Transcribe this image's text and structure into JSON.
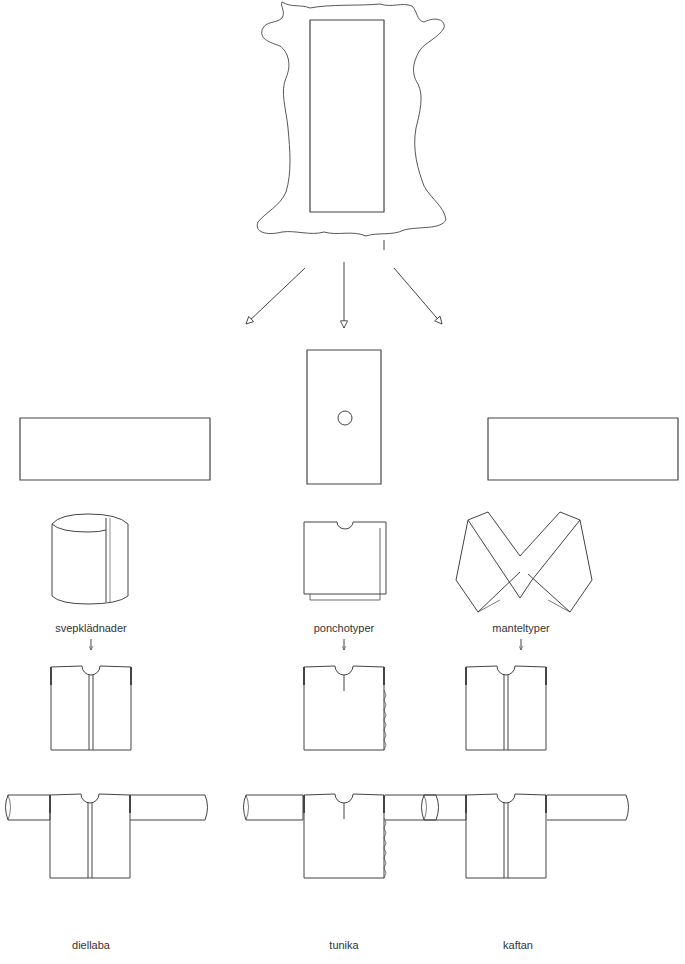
{
  "diagram": {
    "labels": [
      "svepklädnader",
      "ponchotyper",
      "manteltyper",
      "diellaba",
      "tunika",
      "kaftan"
    ]
  }
}
